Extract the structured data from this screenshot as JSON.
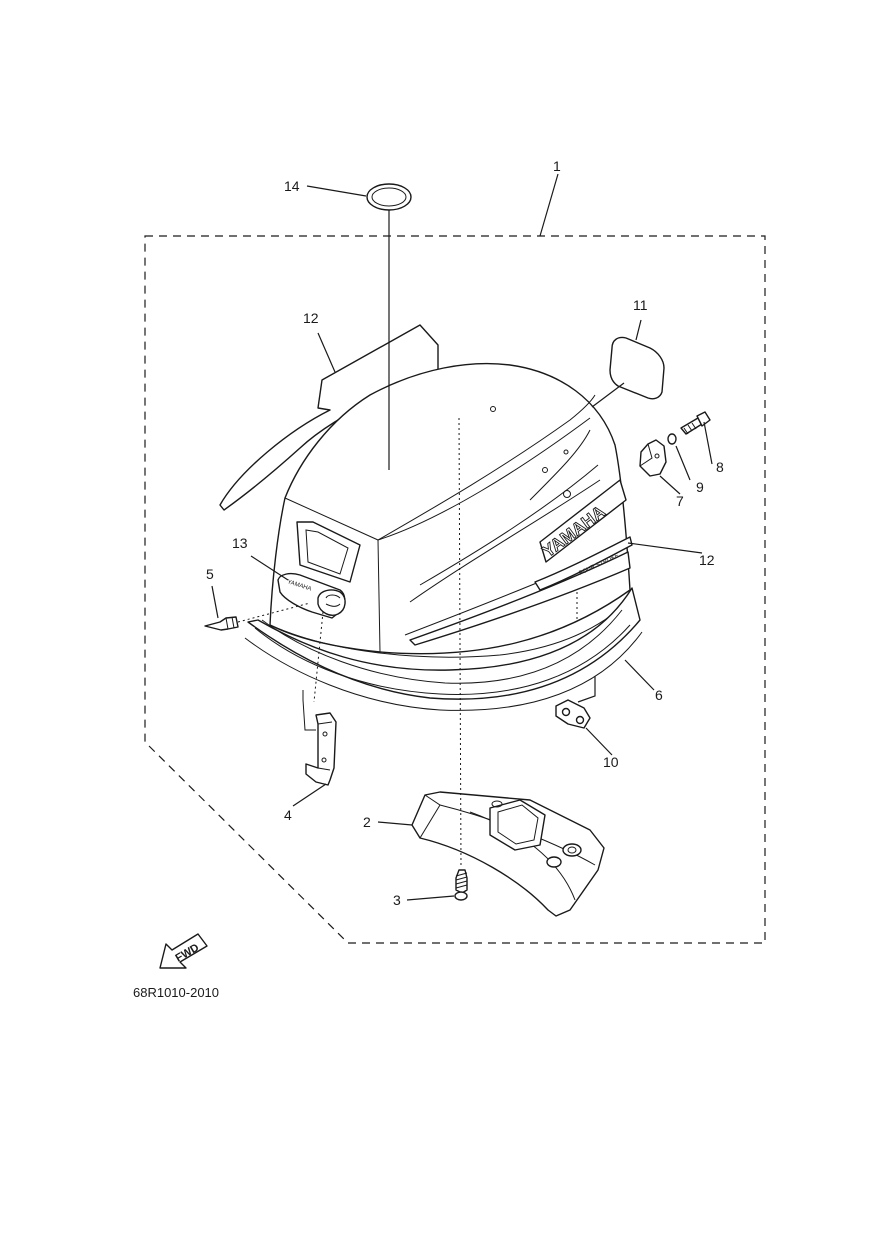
{
  "diagram": {
    "drawing_code": "68R1010-2010",
    "fwd_label": "FWD",
    "brand_text": "YAMAHA",
    "callouts": {
      "c1": "1",
      "c2": "2",
      "c3": "3",
      "c4": "4",
      "c5": "5",
      "c6": "6",
      "c7": "7",
      "c8": "8",
      "c9": "9",
      "c10": "10",
      "c11": "11",
      "c12a": "12",
      "c12b": "12",
      "c13": "13",
      "c14": "14"
    }
  }
}
